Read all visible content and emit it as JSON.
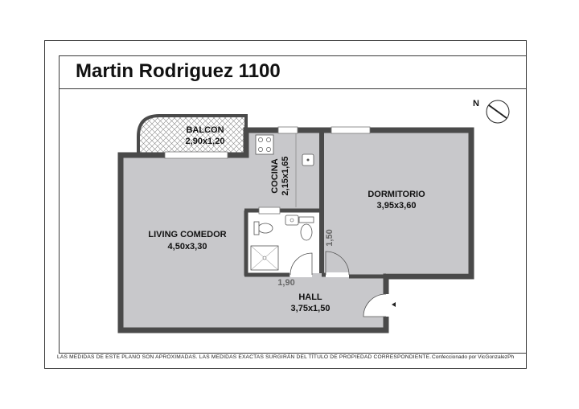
{
  "title": "Martin Rodriguez 1100",
  "compass": {
    "label": "N"
  },
  "rooms": [
    {
      "name": "BALCON",
      "size": "2,90x1,20"
    },
    {
      "name": "COCINA",
      "size": "2,15x1,65"
    },
    {
      "name": "DORMITORIO",
      "size": "3,95x3,60"
    },
    {
      "name": "LIVING COMEDOR",
      "size": "4,50x3,30"
    },
    {
      "name": "HALL",
      "size": "3,75x1,50"
    }
  ],
  "dimensions": {
    "bath_width": "1,90",
    "hall_depth": "1,50"
  },
  "footer": {
    "disclaimer": "LAS MEDIDAS DE ESTE PLANO SON APROXIMADAS. LAS MEDIDAS EXACTAS SURGIRÁN DEL TÍTULO DE PROPIEDAD CORRESPONDIENTE.",
    "credit": "Confeccionado por VicGonzalezPh"
  },
  "colors": {
    "wall": "#4a4a4a",
    "floor": "#c8c8cb",
    "balcony_hatch": "#8a8a8a"
  }
}
